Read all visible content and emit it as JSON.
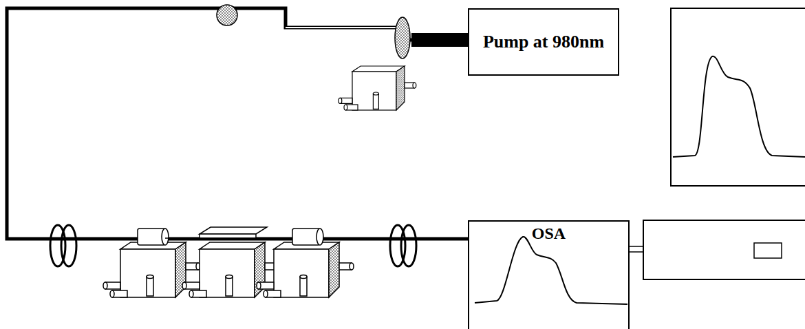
{
  "diagram": {
    "nodes": [
      {
        "text": [
          "Pump at 980nm"
        ]
      },
      {
        "text": [
          "OSA"
        ]
      }
    ],
    "edges": [
      {
        "from": 0,
        "to": 1,
        "arrow": "none"
      }
    ]
  }
}
